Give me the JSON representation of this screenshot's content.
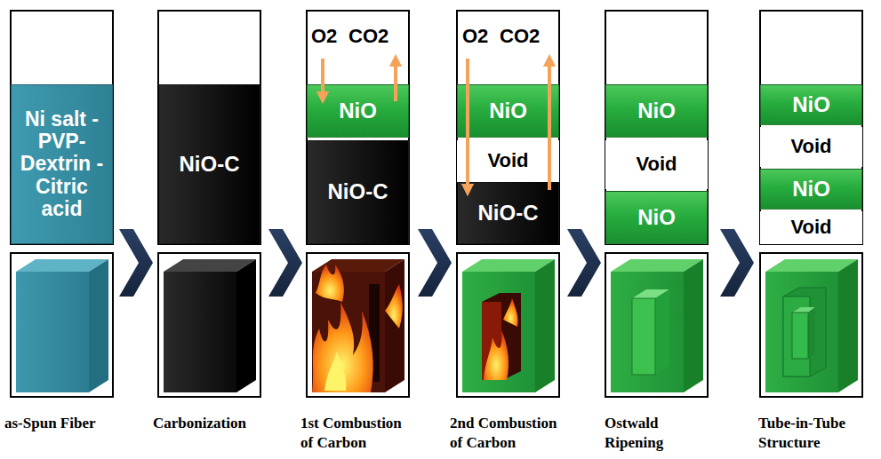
{
  "diagram": {
    "nodes": [
      {
        "text": [
          "Ni salt -PVP- Dextrin -Citric acid"
        ]
      },
      {
        "text": [
          "NiO-C"
        ]
      },
      {
        "text": [
          "NiO"
        ]
      },
      {
        "text": [
          "NiO-C"
        ]
      },
      {
        "text": [
          "NiO"
        ]
      },
      {
        "text": [
          "Void"
        ]
      },
      {
        "text": [
          "NiO-C"
        ]
      },
      {
        "text": [
          "NiO"
        ]
      },
      {
        "text": [
          "Void"
        ]
      },
      {
        "text": [
          "NiO"
        ]
      },
      {
        "text": [
          "NiO"
        ]
      },
      {
        "text": [
          "Void"
        ]
      },
      {
        "text": [
          "NiO"
        ]
      },
      {
        "text": [
          "Void"
        ]
      }
    ],
    "labels": [
      "O2",
      "CO2",
      "O2",
      "CO2",
      "as-Spun Fiber",
      "Carbonization",
      "1st Combustion of Carbon",
      "2nd Combustion of Carbon",
      "Ostwald Ripening",
      "Tube-in-Tube Structure"
    ]
  }
}
